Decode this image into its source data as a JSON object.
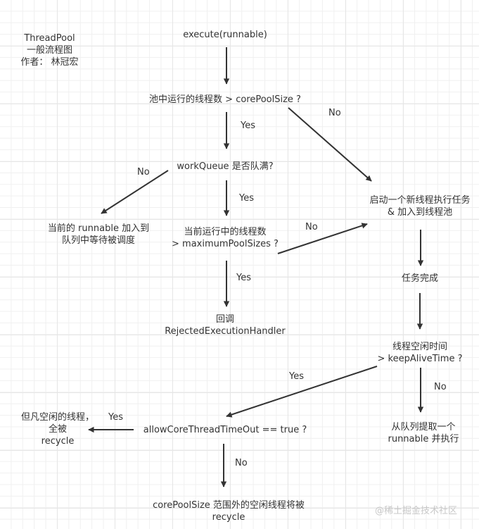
{
  "title_block": {
    "line1": "ThreadPool",
    "line2": "一般流程图",
    "line3": "作者： 林冠宏"
  },
  "nodes": {
    "execute": "execute(runnable)",
    "core_check": "池中运行的线程数 > corePoolSize ?",
    "queue_full": "workQueue 是否队满?",
    "enqueue": [
      "当前的 runnable 加入到",
      "队列中等待被调度"
    ],
    "max_check": [
      "当前运行中的线程数",
      "> maximumPoolSizes ?"
    ],
    "reject": [
      "回调",
      "RejectedExecutionHandler"
    ],
    "new_thread": [
      "启动一个新线程执行任务",
      "& 加入到线程池"
    ],
    "task_done": "任务完成",
    "idle_check": [
      "线程空闲时间",
      "> keepAliveTime ?"
    ],
    "take_from_queue": [
      "从队列提取一个",
      "runnable 并执行"
    ],
    "allow_core_timeout": "allowCoreThreadTimeOut == true ?",
    "recycle_all": [
      "但凡空闲的线程，",
      "全被",
      "recycle"
    ],
    "recycle_outside_core": [
      "corePoolSize 范围外的空闲线程将被",
      "recycle"
    ]
  },
  "edge_labels": {
    "core_yes": "Yes",
    "core_no": "No",
    "queue_no": "No",
    "queue_yes": "Yes",
    "max_no": "No",
    "max_yes": "Yes",
    "idle_yes": "Yes",
    "idle_no": "No",
    "allow_yes": "Yes",
    "allow_no": "No"
  },
  "watermark": "@稀土掘金技术社区",
  "colors": {
    "arrow": "#333333",
    "text": "#333333",
    "grid": "#e6e6e6"
  }
}
